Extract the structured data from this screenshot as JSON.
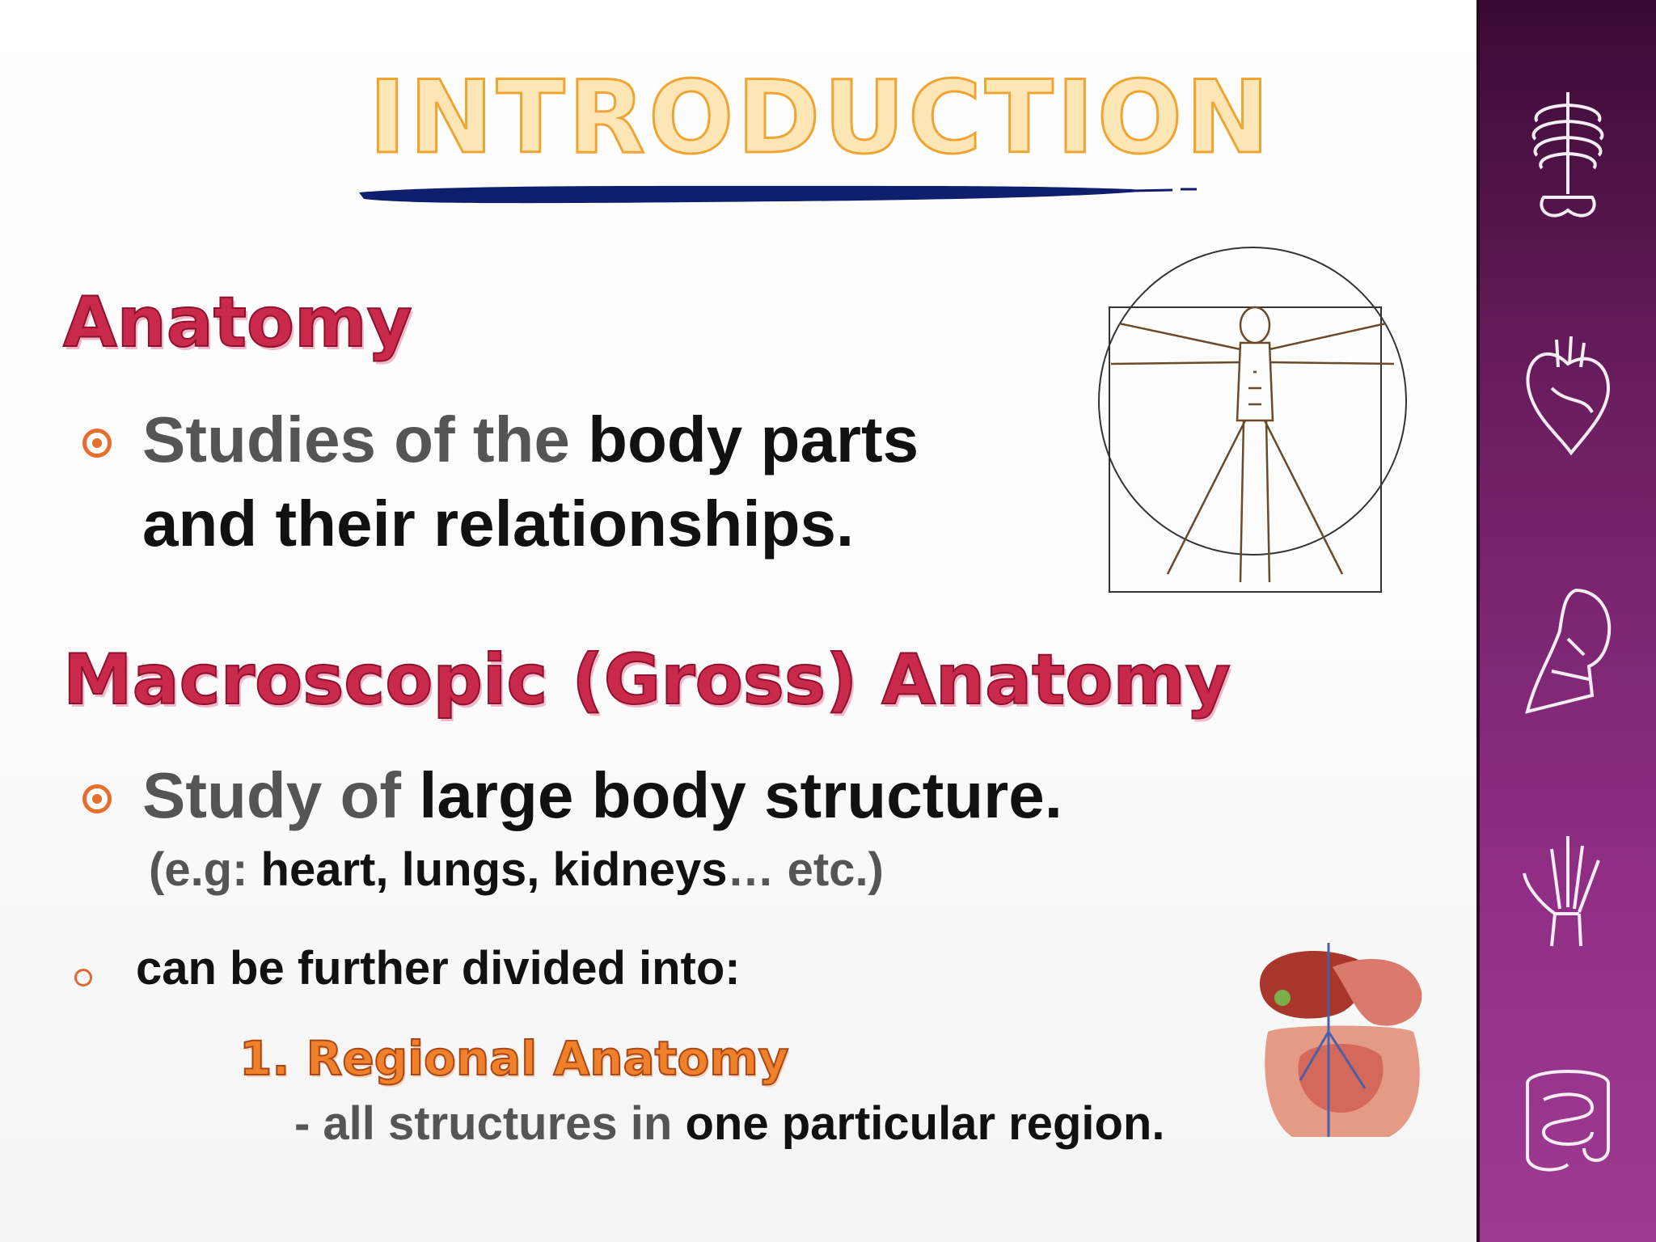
{
  "slide": {
    "title": "INTRODUCTION",
    "section1": {
      "heading": "Anatomy",
      "bullet_grey": "Studies of the ",
      "bullet_black": "body parts",
      "bullet_line2": "and their relationships."
    },
    "section2": {
      "heading": "Macroscopic (Gross) Anatomy",
      "bullet_grey": "Study of ",
      "bullet_black": "large body structure.",
      "example_open": "(e.g: ",
      "example_black": "heart, lungs, kidneys",
      "example_close": "… etc.)"
    },
    "subbullet": "can be further divided into:",
    "regional": {
      "heading": "1. Regional Anatomy",
      "desc_grey": "- all structures in ",
      "desc_black": "one particular region."
    }
  },
  "colors": {
    "title_fill": "#fde6b6",
    "title_outline": "#f0a433",
    "heading": "#c92a4c",
    "bullet": "#e86e2c",
    "sidebar": "#7a2470",
    "brush": "#0f1f6e"
  },
  "sidebar": {
    "icons": [
      "skeleton-torso-icon",
      "heart-icon",
      "head-neck-icon",
      "hand-bones-icon",
      "intestine-icon"
    ]
  }
}
